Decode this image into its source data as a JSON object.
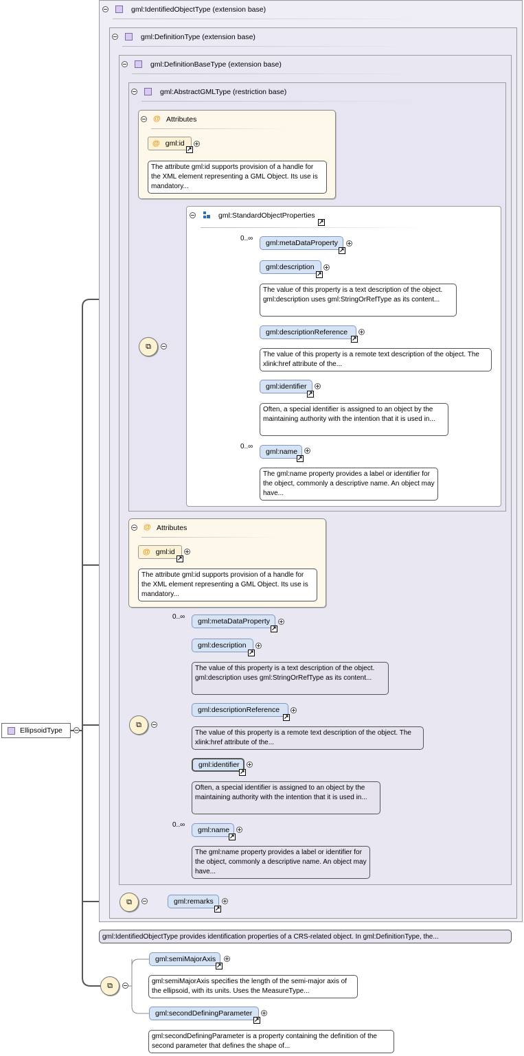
{
  "root": {
    "label": "EllipsoidType"
  },
  "headers": {
    "identified": "gml:IdentifiedObjectType (extension base)",
    "definition": "gml:DefinitionType (extension base)",
    "definition_base": "gml:DefinitionBaseType (extension base)",
    "abstract_gml": "gml:AbstractGMLType (restriction base)",
    "std_props": "gml:StandardObjectProperties"
  },
  "attributes": {
    "title": "Attributes",
    "id_label": "gml:id",
    "id_doc": "The attribute gml:id supports provision of a handle for the XML element representing a GML Object. Its use is mandatory..."
  },
  "elements": {
    "metadata": "gml:metaDataProperty",
    "description": "gml:description",
    "description_doc": "The value of this property is a text description of the object. gml:description uses gml:StringOrRefType as its content...",
    "description_ref": "gml:descriptionReference",
    "description_ref_doc": "The value of this property is a remote text description of the object. The xlink:href attribute of the...",
    "identifier": "gml:identifier",
    "identifier_doc": "Often, a special identifier is assigned to an object by the maintaining authority with the intention that it is used in...",
    "name": "gml:name",
    "name_doc": "The gml:name property provides a label or identifier for the object, commonly a descriptive name. An object may have...",
    "remarks": "gml:remarks",
    "semi_major": "gml:semiMajorAxis",
    "semi_major_doc": "gml:semiMajorAxis specifies the length of the semi-major axis of the ellipsoid, with its units. Uses the MeasureType...",
    "second_def": "gml:secondDefiningParameter",
    "second_def_doc": "gml:secondDefiningParameter is a property containing the definition of the second parameter that defines the shape of..."
  },
  "cardinality": {
    "zero_many": "0..∞"
  },
  "identified_doc": "gml:IdentifiedObjectType provides identification properties of a CRS-related object. In gml:DefinitionType, the...",
  "icons": {
    "minus": "minus-circle-icon",
    "plus": "plus-circle-icon",
    "link": "link-arrow-icon",
    "sequence": "sequence-icon",
    "type": "complex-type-icon",
    "group": "group-icon"
  },
  "colors": {
    "element_fill": "#d6e3f4",
    "attribute_fill": "#fdf8e9",
    "type_fill": "#efedf6",
    "attr_at": "#e59c1c"
  }
}
